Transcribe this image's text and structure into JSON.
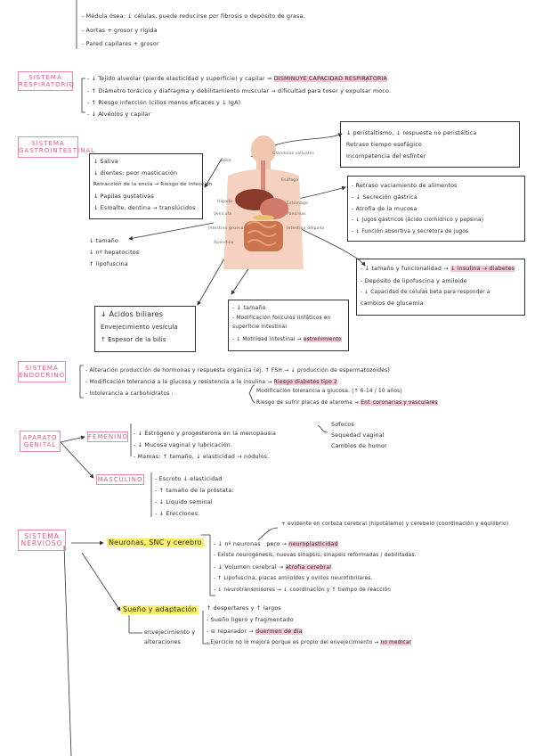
{
  "top": {
    "l1": "- Médula ósea: ↓ células, puede reducirse por fibrosis o depósito de grasa.",
    "l2": "- Aortas + grosor y rígida",
    "l3": "- Pared capilares + grosor"
  },
  "respiratorio": {
    "label": "SISTEMA RESPIRATORIO",
    "l1a": "- ↓ Tejido alveolar (pierde elasticidad y superficie) y capilar ⇒",
    "l1b": "DISMINUYE CAPACIDAD RESPIRATORIA",
    "l2": "- ↑ Diámetro torácico y diafragma y debilitamiento muscular → dificultad para toser y expulsar moco.",
    "l3": "- ↑ Riesgo infección (cilios menos eficaces y ↓ IgA)",
    "l4": "- ↓ Alvéolos y capilar"
  },
  "gastro": {
    "label": "SISTEMA GASTROINTESTINAL",
    "boca": {
      "l1": "↓ Saliva",
      "l2": "↓ dientes: peor masticación",
      "l3": "Retracción de la encía → Riesgo de infección",
      "l4": "↓ Papilas gustativas",
      "l5": "↓ Esmalte, dentina → translúcidos"
    },
    "esofago": {
      "l1": "↓ peristaltismo, ↓ respuesta no peristáltica",
      "l2": "Retraso tiempo esofágico",
      "l3": "Incompetencia del esfínter"
    },
    "estomago": {
      "l1": "- Retraso vaciamiento de alimentos",
      "l2": "- ↓ Secreción gástrica",
      "l3": "- Atrofia de la mucosa",
      "l4": "- ↓ Jugos gástricos (ácido clorhídrico y pepsina)",
      "l5": "- ↓ Función absortiva y secretora de jugos"
    },
    "higado": {
      "l1": "↓ tamaño",
      "l2": "↓ nº hepatocitos",
      "l3": "↑ lipofuscina"
    },
    "pancreas": {
      "l1a": "- ↓ tamaño y funcionalidad →",
      "l1b": "↓ insulina → diabetes",
      "l2": "- Depósito de lipofuscina y amiloide",
      "l3": "- ↓ Capacidad de células beta para responder a",
      "l4": "  cambios de glucemia"
    },
    "vesicula": {
      "l1": "↓ Ácidos biliares",
      "l2": "Envejecimiento vesícula",
      "l3": "↑ Espesor de la bilis"
    },
    "intestino": {
      "l1": "- ↓ tamaño",
      "l2": "- Modificación folículos linfáticos en",
      "l3": "  superficie intestinal",
      "l4a": "- ↓ Motilidad intestinal →",
      "l4b": "estreñimiento"
    },
    "anat_labels": {
      "a1": "Boca",
      "a2": "Glándulas salivales",
      "a3": "Esófago",
      "a4": "Hígado",
      "a5": "Estómago",
      "a6": "Páncreas",
      "a7": "Vesícula",
      "a8": "Intestino delgado",
      "a9": "Intestino grueso",
      "a10": "Apéndice"
    }
  },
  "endocrino": {
    "label": "SISTEMA ENDOCRINO",
    "l1": "- Alteración producción de hormonas y respuesta orgánica (ej. ↑ FSH → ↓ producción de espermatozoides)",
    "l2a": "- Modificación tolerancia a la glucosa y resistencia a la insulina →",
    "l2b": "Riesgo diabetes tipo 2",
    "l3": "- Intolerancia a carbohidratos :",
    "l4": "Modificación tolerancia a glucosa. (↑ 6-14 / 10 años)",
    "l5a": "Riesgo de sufrir placas de ateroma →",
    "l5b": "Enf. coronarias y vasculares"
  },
  "genital": {
    "label": "APARATO GENITAL",
    "fem_label": "FEMENINO",
    "masc_label": "MASCULINO",
    "fem": {
      "l1": "- ↓ Estrógeno y progesterona en la menopausia",
      "l2": "- ↓ Mucosa vaginal y lubricación.",
      "l3": "- Mamas: ↑ tamaño, ↓ elasticidad → nódulos.",
      "s1": "Sofocos",
      "s2": "Sequedad vaginal",
      "s3": "Cambios de humor"
    },
    "masc": {
      "l1": "- Escroto ↓ elasticidad",
      "l2": "- ↑ tamaño de la próstata.",
      "l3": "- ↓ Líquido seminal",
      "l4": "- ↓ Erecciones."
    }
  },
  "nervioso": {
    "label": "SISTEMA NERVIOSO",
    "neuronas_label": "Neuronas, SNC y cerebro",
    "pre": "+ evidente en corteza cerebral (hipotálamo) y cerebelo (coordinación y equilibrio)",
    "l1a": "- ↓ nº neuronas",
    "l1b": "pero →",
    "l1c": "neuroplasticidad",
    "l2": "- Existe neurogénesis, nuevas sinapsis, sinapsis reformadas / debilitadas.",
    "l3a": "- ↓ Volumen cerebral →",
    "l3b": "atrofia cerebral",
    "l4": "- ↑ Lipofuscina, placas amiloides y ovillos neurofibrilares.",
    "l5": "- ↓ neurotransmisores → ↓ coordinación y ↑ tiempo de reacción",
    "sueno_label": "Sueño y adaptación",
    "envej": "envejecimiento y alteraciones",
    "s1": "↑ despertares y ↑ largos",
    "s2": "- Sueño ligero y fragmentado",
    "s3a": "- ⊖ reparador →",
    "s3b": "duermen de día",
    "s4a": "- Ejercicio no lo mejora porque es propio del envejecimiento →",
    "s4b": "no medicar"
  }
}
